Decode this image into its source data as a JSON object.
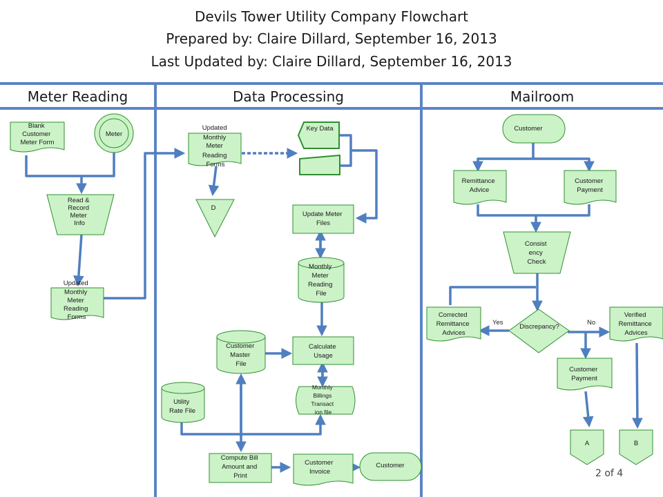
{
  "header": {
    "title": "Devils Tower Utility Company Flowchart",
    "prepared": "Prepared by: Claire Dillard, September 16, 2013",
    "updated": "Last Updated by: Claire Dillard, September 16, 2013"
  },
  "lanes": [
    "Meter Reading",
    "Data Processing",
    "Mailroom"
  ],
  "footer": {
    "page": "2 of 4"
  },
  "colors": {
    "fill": "#ccf2c8",
    "stroke": "#2f8f2f",
    "connector": "#4f7fc0",
    "divider": "#5b84c4"
  },
  "meter_reading": {
    "blank_form": [
      "Blank",
      "Customer",
      "Meter Form"
    ],
    "meter": "Meter",
    "read_record": [
      "Read &",
      "Record",
      "Meter",
      "Info"
    ],
    "updated_forms": [
      "Updated",
      "Monthly",
      "Meter",
      "Reading",
      "Forms"
    ]
  },
  "data_processing": {
    "updated_forms": [
      "Updated",
      "Monthly",
      "Meter",
      "Reading",
      "Forms"
    ],
    "offpage_d": "D",
    "key_data": "Key Data",
    "update_meter_files": [
      "Update Meter",
      "Files"
    ],
    "monthly_file": [
      "Monthly",
      "Meter",
      "Reading",
      "File"
    ],
    "customer_master": [
      "Customer",
      "Master",
      "File"
    ],
    "calculate_usage": [
      "Calculate",
      "Usage"
    ],
    "billings_file": [
      "Monthly",
      "Billings",
      "Transact",
      "ion file"
    ],
    "utility_rate": [
      "Utility",
      "Rate File"
    ],
    "compute_bill": [
      "Compute Bill",
      "Amount and",
      "Print"
    ],
    "customer_invoice": [
      "Customer",
      "Invoice"
    ],
    "customer": "Customer"
  },
  "mailroom": {
    "customer": "Customer",
    "remittance_advice": [
      "Remittance",
      "Advice"
    ],
    "customer_payment": [
      "Customer",
      "Payment"
    ],
    "consistency_check": [
      "Consist",
      "ency",
      "Check"
    ],
    "discrepancy": "Discrepancy?",
    "yes": "Yes",
    "no": "No",
    "corrected": [
      "Corrected",
      "Remittance",
      "Advices"
    ],
    "verified": [
      "Verified",
      "Remittance",
      "Advices"
    ],
    "customer_payment_2": [
      "Customer",
      "Payment"
    ],
    "connector_a": "A",
    "connector_b": "B"
  }
}
